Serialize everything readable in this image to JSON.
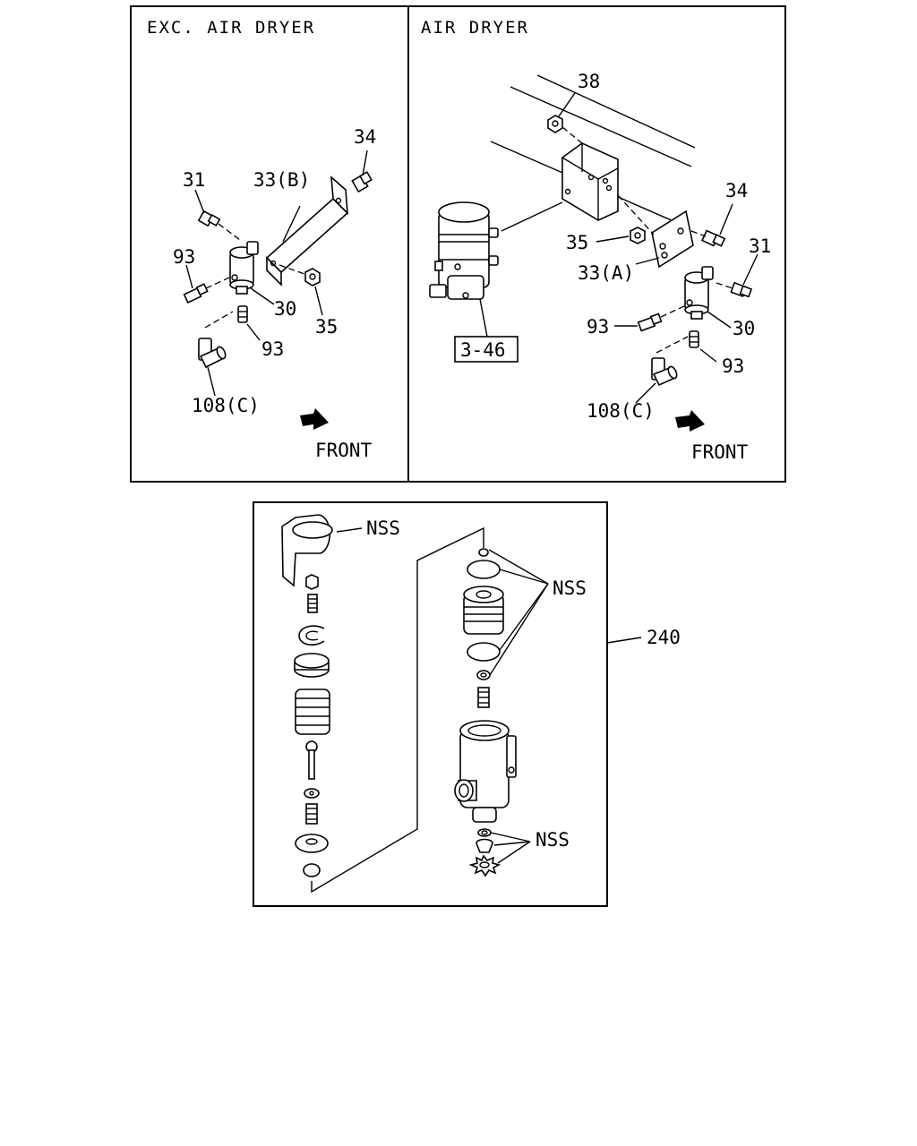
{
  "panels": {
    "left": {
      "header": "EXC. AIR DRYER",
      "front": "FRONT",
      "labels": {
        "l34": "34",
        "l31": "31",
        "l33b": "33(B)",
        "l93a": "93",
        "l30": "30",
        "l35": "35",
        "l93b": "93",
        "l108c": "108(C)"
      }
    },
    "right": {
      "header": "AIR DRYER",
      "front": "FRONT",
      "ref_box": "3-46",
      "labels": {
        "l38": "38",
        "l34": "34",
        "l35": "35",
        "l31": "31",
        "l33a": "33(A)",
        "l93a": "93",
        "l30": "30",
        "l93b": "93",
        "l108c": "108(C)"
      }
    }
  },
  "exploded": {
    "nss1": "NSS",
    "nss2": "NSS",
    "nss3": "NSS",
    "assembly": "240"
  }
}
